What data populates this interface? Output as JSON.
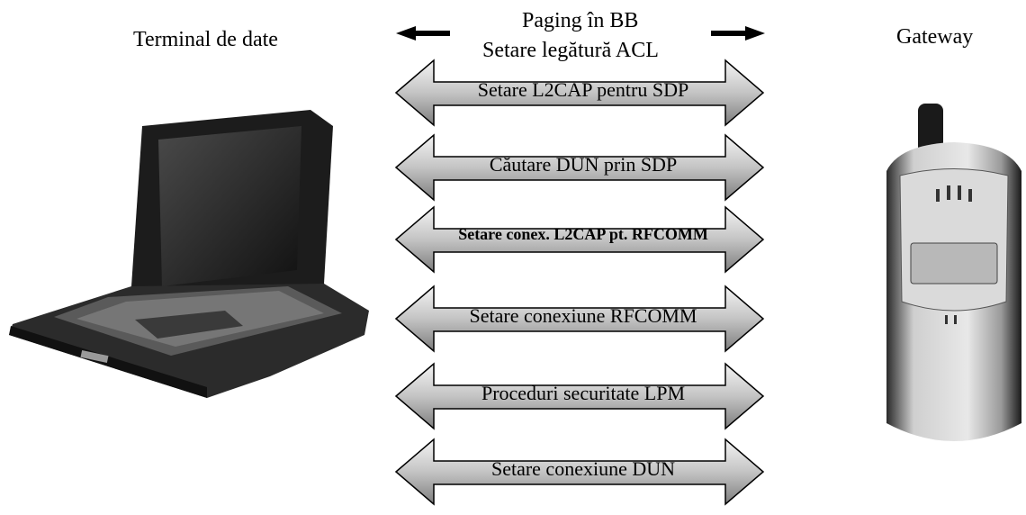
{
  "left_label": "Terminal de date",
  "right_label": "Gateway",
  "top_label_line1": "Paging în BB",
  "top_label_line2": "Setare legătură  ACL",
  "arrows": [
    {
      "label": "Setare L2CAP pentru SDP"
    },
    {
      "label": "Căutare DUN prin SDP"
    },
    {
      "label": "Setare conex. L2CAP pt. RFCOMM"
    },
    {
      "label": "Setare conexiune RFCOMM"
    },
    {
      "label": "Proceduri securitate LPM"
    },
    {
      "label": "Setare conexiune DUN"
    }
  ],
  "colors": {
    "arrow_fill_top": "#f2f2f2",
    "arrow_fill_bottom": "#8a8a8a",
    "stroke": "#000000"
  }
}
